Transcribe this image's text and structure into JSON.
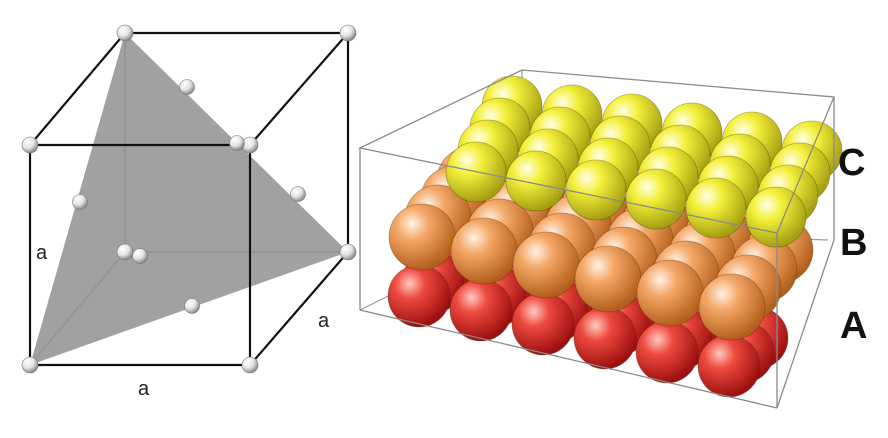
{
  "unit_cell": {
    "edge_labels": [
      "a",
      "a",
      "a"
    ],
    "plane_color": "#9c9c9c"
  },
  "packing": {
    "layers": [
      {
        "label": "A",
        "color": "#e02a28"
      },
      {
        "label": "B",
        "color": "#f2a15a"
      },
      {
        "label": "C",
        "color": "#f0ee2c"
      }
    ]
  }
}
